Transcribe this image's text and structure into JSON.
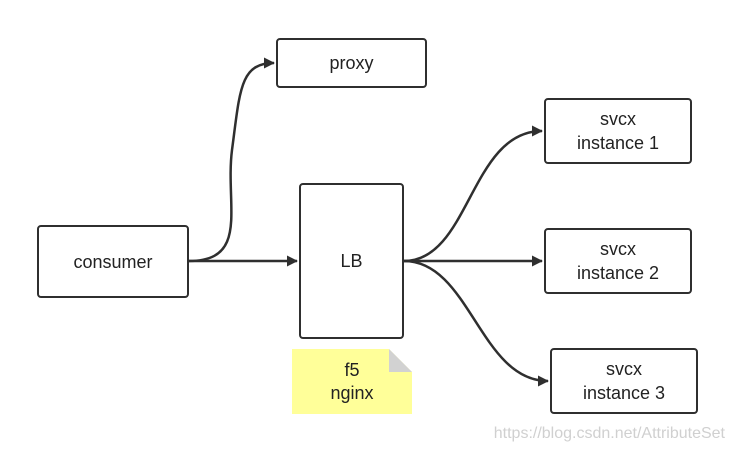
{
  "nodes": {
    "proxy": "proxy",
    "consumer": "consumer",
    "lb": "LB",
    "svc1": "svcx\ninstance 1",
    "svc2": "svcx\ninstance 2",
    "svc3": "svcx\ninstance 3"
  },
  "note": {
    "text": "f5\nnginx",
    "color": "#ffff99"
  },
  "edges": [
    {
      "from": "consumer",
      "to": "proxy"
    },
    {
      "from": "consumer",
      "to": "lb"
    },
    {
      "from": "lb",
      "to": "svc1"
    },
    {
      "from": "lb",
      "to": "svc2"
    },
    {
      "from": "lb",
      "to": "svc3"
    }
  ],
  "watermark": "https://blog.csdn.net/AttributeSet",
  "colors": {
    "stroke": "#2f2f2f",
    "background": "#ffffff"
  }
}
